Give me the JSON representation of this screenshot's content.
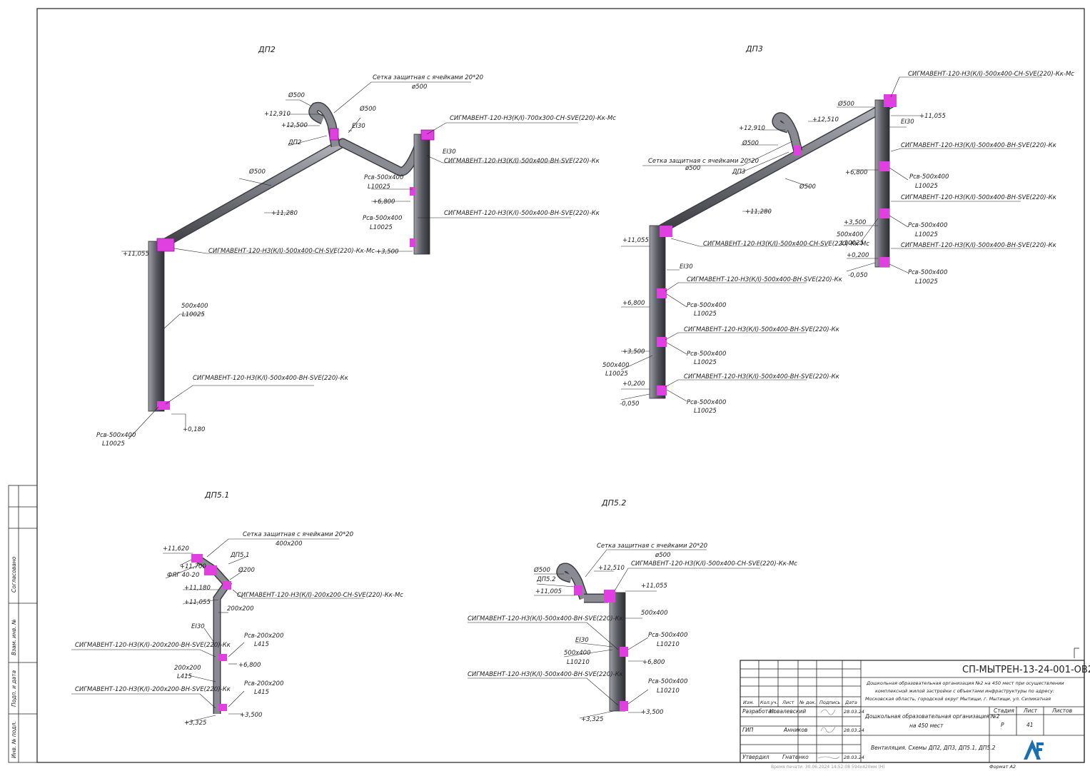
{
  "colors": {
    "duct": "#6a6a72",
    "duct_dark": "#3e3e44",
    "duct_light": "#9a9aa2",
    "damper": "#e040e0",
    "line": "#222222",
    "logo": "#1a6fb5"
  },
  "dp2": {
    "title": "ДП2",
    "mesh_label": "Сетка защитная с ячейками 20*20",
    "mesh_size": "ø500",
    "d500_a": "Ø500",
    "d500_b": "Ø500",
    "d500_c": "Ø500",
    "el_12910": "+12,910",
    "el_12500": "+12,500",
    "tag": "ДП2",
    "ei": "EI30",
    "ei2": "EI30",
    "valve_top": "СИГМАВЕНТ-120-НЗ(К/I)-700х300-СН-SVE(220)-Кк-Мс",
    "valve_mid": "СИГМАВЕНТ-120-НЗ(К/I)-500х400-ВН-SVE(220)-Кк",
    "grille1": "Рсв-500х400",
    "grille1_l": "L10025",
    "el_6800": "+6,800",
    "grille2": "Рсв-500х400",
    "grille2_l": "L10025",
    "valve_low": "СИГМАВЕНТ-120-НЗ(К/I)-500х400-ВН-SVE(220)-Кк",
    "el_3500": "+3,500",
    "el_11280": "+11,280",
    "el_11055": "+11,055",
    "valve_corner": "СИГМАВЕНТ-120-НЗ(К/I)-500х400-СН-SVE(220)-Кк-Мс",
    "riser_size": "500х400",
    "riser_l": "L10025",
    "valve_bottom": "СИГМАВЕНТ-120-НЗ(К/I)-500х400-ВН-SVE(220)-Кк",
    "grille3": "Рсв-500х400",
    "grille3_l": "L10025",
    "el_0180": "+0,180"
  },
  "dp3": {
    "title": "ДП3",
    "valve_top": "СИГМАВЕНТ-120-НЗ(К/I)-500х400-СН-SVE(220)-Кк-Мс",
    "d500_top": "Ø500",
    "el_12510": "+12,510",
    "el_12910": "+12,910",
    "d500_b": "Ø500",
    "el_11055_r": "+11,055",
    "ei_r": "EI30",
    "valve_r1": "СИГМАВЕНТ-120-НЗ(К/I)-500х400-ВН-SVE(220)-Кк",
    "mesh_label": "Сетка защитная с ячейками 20*20",
    "mesh_size": "ø500",
    "tag": "ДП3",
    "el_6800_r": "+6,800",
    "grille_r1": "Рсв-500х400",
    "grille_r1_l": "L10025",
    "d500_c": "Ø500",
    "valve_r2": "СИГМАВЕНТ-120-НЗ(К/I)-500х400-ВН-SVE(220)-Кк",
    "el_11280": "+11,280",
    "el_3500_r": "+3,500",
    "grille_r2": "Рсв-500х400",
    "grille_r2_l": "L10025",
    "riser_r": "500х400",
    "riser_r_l": "L10025",
    "valve_corner": "СИГМАВЕНТ-120-НЗ(К/I)-500х400-СН-SVE(220)-Кк-Мс",
    "el_11055_l": "+11,055",
    "valve_r3": "СИГМАВЕНТ-120-НЗ(К/I)-500х400-ВН-SVE(220)-Кк",
    "el_0200_r": "+0,200",
    "el_0050_r": "-0,050",
    "grille_r3": "Рсв-500х400",
    "grille_r3_l": "L10025",
    "ei_l": "EI30",
    "valve_l1": "СИГМАВЕНТ-120-НЗ(К/I)-500х400-ВН-SVE(220)-Кк",
    "el_6800_l": "+6,800",
    "grille_l1": "Рсв-500х400",
    "grille_l1_l": "L10025",
    "valve_l2": "СИГМАВЕНТ-120-НЗ(К/I)-500х400-ВН-SVE(220)-Кк",
    "el_3500_l": "+3,500",
    "grille_l2": "Рсв-500х400",
    "grille_l2_l": "L10025",
    "riser_l": "500х400",
    "riser_l_l": "L10025",
    "valve_l3": "СИГМАВЕНТ-120-НЗ(К/I)-500х400-ВН-SVE(220)-Кк",
    "el_0200_l": "+0,200",
    "el_0050_l": "-0,050",
    "grille_l3": "Рсв-500х400",
    "grille_l3_l": "L10025"
  },
  "dp51": {
    "title": "ДП5.1",
    "mesh_label": "Сетка защитная с ячейками 20*20",
    "mesh_size": "400х200",
    "el_11620": "+11,620",
    "tag": "ДП5.1",
    "el_11700": "+11,700",
    "fag": "ФЯГ 40-20",
    "d200": "Ø200",
    "el_11180": "+11,180",
    "valve_top": "СИГМАВЕНТ-120-НЗ(К/I)-200х200-СН-SVE(220)-Кк-Мс",
    "el_11055": "+11,055",
    "riser": "200х200",
    "ei": "EI30",
    "grille1": "Рсв-200х200",
    "grille1_l": "L415",
    "valve1": "СИГМАВЕНТ-120-НЗ(К/I)-200х200-ВН-SVE(220)-Кк",
    "el_6800": "+6,800",
    "riser2": "200х200",
    "riser2_l": "L415",
    "grille2": "Рсв-200х200",
    "grille2_l": "L415",
    "valve2": "СИГМАВЕНТ-120-НЗ(К/I)-200х200-ВН-SVE(220)-Кк",
    "el_3500": "+3,500",
    "el_3325": "+3,325"
  },
  "dp52": {
    "title": "ДП5.2",
    "mesh_label": "Сетка защитная с ячейками 20*20",
    "mesh_size": "ø500",
    "d500": "Ø500",
    "el_12510": "+12,510",
    "tag": "ДП5.2",
    "valve_top": "СИГМАВЕНТ-120-НЗ(К/I)-500х400-СН-SVE(220)-Кк-Мс",
    "el_11005": "+11,005",
    "el_11055": "+11,055",
    "riser": "500х400",
    "valve1": "СИГМАВЕНТ-120-НЗ(К/I)-500х400-ВН-SVE(220)-Кк",
    "grille1": "Рсв-500х400",
    "grille1_l": "L10210",
    "ei": "EI30",
    "riser2": "500х400",
    "riser2_l": "L10210",
    "el_6800": "+6,800",
    "valve2": "СИГМАВЕНТ-120-НЗ(К/I)-500х400-ВН-SVE(220)-Кк",
    "grille2": "Рсв-500х400",
    "grille2_l": "L10210",
    "el_3500": "+3,500",
    "el_3325": "+3,325"
  },
  "title_block": {
    "code": "СП-МЫТРЕН-13-24-001-ОВ2",
    "project_l1": "Дошкольная образовательная организация №2 на 450 мест при осуществлении",
    "project_l2": "комплексной жилой застройки с объектами инфраструктуры по адресу:",
    "project_l3": "Московская область, городской округ Мытищи, г. Мытищи, ул. Силикатная",
    "h_izm": "Изм.",
    "h_kol": "Кол.уч.",
    "h_list": "Лист",
    "h_doc": "№ док.",
    "h_sign": "Подпись",
    "h_date": "Дата",
    "r1_role": "Разработал",
    "r1_name": "Ковалевский",
    "r1_date": "28.03.24",
    "r2_role": "ГИП",
    "r2_name": "Анников",
    "r2_date": "28.03.24",
    "r3_role": "Утвердил",
    "r3_name": "Гнатенко",
    "r3_date": "28.03.24",
    "building_l1": "Дошкольная образовательная организация №2",
    "building_l2": "на 450 мест",
    "stage_h": "Стадия",
    "sheet_h": "Лист",
    "sheets_h": "Листов",
    "stage": "Р",
    "sheet": "41",
    "drawing": "Вентиляция. Схемы ДП2, ДП3, ДП5.1, ДП5.2",
    "format": "Формат А2",
    "footer": "Время печати: 30.06.2024 14:52:08    594х420мм (Н)"
  },
  "side_stamp": {
    "soglasovano": "Согласовано",
    "vzam": "Взам. инв. №",
    "podp": "Подп. и дата",
    "inv": "Инв. № подл."
  }
}
